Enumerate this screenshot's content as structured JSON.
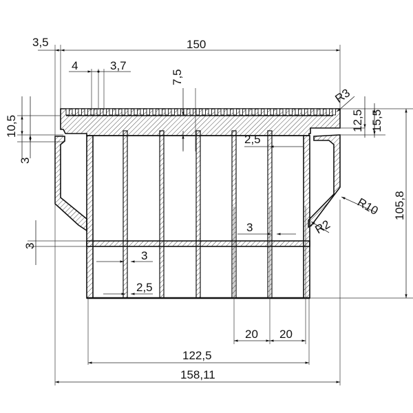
{
  "dimensions": {
    "d_3_5": "3,5",
    "d_150": "150",
    "d_4": "4",
    "d_3_7": "3,7",
    "d_7_5": "7,5",
    "d_r3": "R3",
    "d_10_5": "10,5",
    "d_12_5": "12,5",
    "d_15_5": "15,5",
    "d_3_left_upper": "3",
    "d_2_5_upper": "2,5",
    "d_105_8": "105,8",
    "d_r10": "R10",
    "d_3_right": "3",
    "d_r2": "R2",
    "d_3_left_lower": "3",
    "d_3_inner": "3",
    "d_2_5_lower": "2,5",
    "d_20_a": "20",
    "d_20_b": "20",
    "d_122_5": "122,5",
    "d_158_11": "158,11"
  },
  "colors": {
    "line": "#111111",
    "hatch": "#333333",
    "background": "#ffffff"
  }
}
